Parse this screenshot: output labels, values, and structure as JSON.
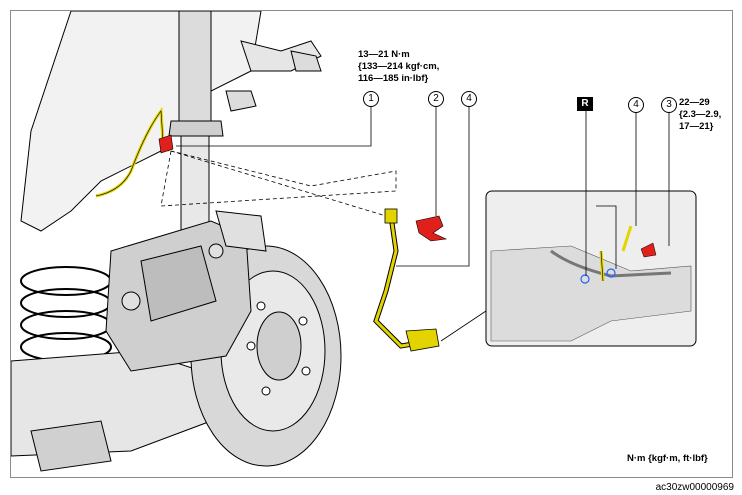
{
  "torque_spec_1": {
    "line1": "13—21 N·m",
    "line2": "{133—214 kgf·cm,",
    "line3": "116—185 in·lbf}"
  },
  "torque_spec_3": {
    "line1": "22—29",
    "line2": "{2.3—2.9,",
    "line3": "17—21}"
  },
  "callouts": {
    "c1": "1",
    "c2": "2",
    "c4a": "4",
    "c4b": "4",
    "c3": "3"
  },
  "r_marker": "R",
  "units_note": "N·m {kgf·m, ft·lbf}",
  "image_id": "ac30zw00000969",
  "colors": {
    "hose_yellow": "#e3d400",
    "clip_red": "#e0201b",
    "line": "#000000",
    "highlight_blue": "#1e64ff"
  }
}
